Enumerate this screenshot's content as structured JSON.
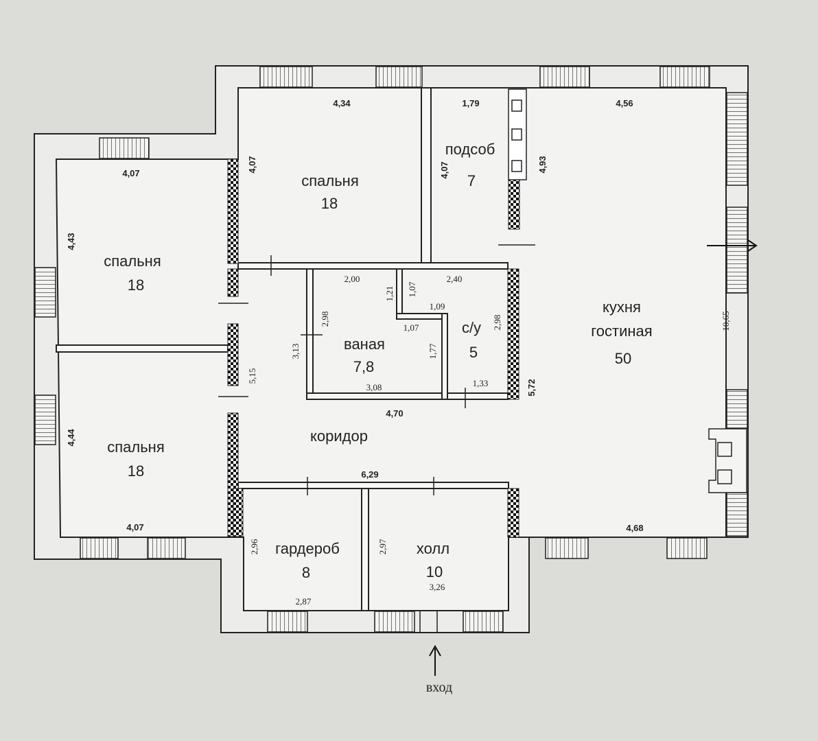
{
  "rooms": {
    "bedroom_top": {
      "name": "спальня",
      "area": "18"
    },
    "bedroom_left": {
      "name": "спальня",
      "area": "18"
    },
    "bedroom_low": {
      "name": "спальня",
      "area": "18"
    },
    "utility": {
      "name": "подсоб",
      "area": "7"
    },
    "bath": {
      "name": "ваная",
      "area": "7,8"
    },
    "wc": {
      "name": "с/у",
      "area": "5"
    },
    "kitchen": {
      "name_line1": "кухня",
      "name_line2": "гостиная",
      "area": "50"
    },
    "corridor": {
      "name": "коридор"
    },
    "wardrobe": {
      "name": "гардероб",
      "area": "8"
    },
    "hall": {
      "name": "холл",
      "area": "10"
    }
  },
  "dimensions": {
    "bedroom_top_w": "4,34",
    "bedroom_top_h": "4,07",
    "utility_w": "1,79",
    "utility_h": "4,07",
    "utility_h2": "4,93",
    "kitchen_w": "4,56",
    "kitchen_h": "10,65",
    "kitchen_h2": "5,72",
    "kitchen_w2": "4,68",
    "bedroom_left_w": "4,07",
    "bedroom_left_h": "4,43",
    "bedroom_low_w": "4,07",
    "bedroom_low_h": "4,44",
    "bath_top": "2,00",
    "bath_side": "2,98",
    "bath_h": "3,13",
    "bath_bottom": "3,08",
    "step_121": "1,21",
    "step_107a": "1,07",
    "step_109": "1,09",
    "step_107b": "1,07",
    "step_177": "1,77",
    "wc_w": "2,40",
    "wc_h": "2,98",
    "wc_door": "1,33",
    "corridor_w": "4,70",
    "corridor_h": "5,15",
    "corridor_w2": "6,29",
    "wardrobe_h": "2,96",
    "wardrobe_w": "2,87",
    "hall_h": "2,97",
    "hall_w": "3,26"
  },
  "entrance": {
    "label": "вход"
  }
}
